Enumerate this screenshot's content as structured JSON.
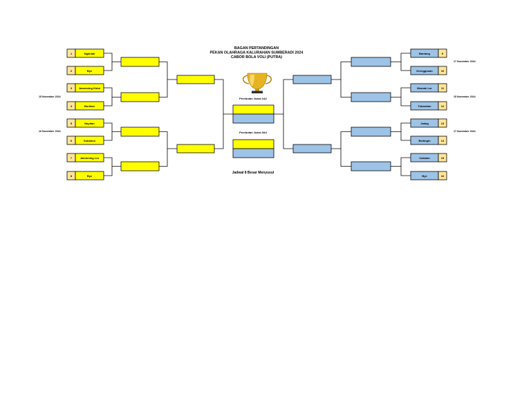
{
  "title": {
    "line1": "BAGAN PERTANDINGAN",
    "line2": "PEKAN OLAHRAGA KALURAHAN SUMBERADI 2024",
    "line3": "CABOR BOLA VOLI (PUTRA)"
  },
  "colors": {
    "left": "#ffff00",
    "right": "#9dc3e6",
    "seed": "#ffe699",
    "line": "#000000"
  },
  "left": {
    "teams": [
      {
        "seed": "1",
        "name": "Nganlak"
      },
      {
        "seed": "2",
        "name": "Bye"
      },
      {
        "seed": "3",
        "name": "Jamnming Kidul"
      },
      {
        "seed": "4",
        "name": "Burikan"
      },
      {
        "seed": "5",
        "name": "Nayitan"
      },
      {
        "seed": "6",
        "name": "Sobahon"
      },
      {
        "seed": "7",
        "name": "Jamnming Lor"
      },
      {
        "seed": "8",
        "name": "Bye"
      }
    ],
    "dates": [
      "15 November 2024",
      "16 November 2024"
    ]
  },
  "right": {
    "teams": [
      {
        "seed": "9",
        "name": "Bantang"
      },
      {
        "seed": "10",
        "name": "Krenggosan"
      },
      {
        "seed": "11",
        "name": "Mranak Lor"
      },
      {
        "seed": "12",
        "name": "Tobaratan"
      },
      {
        "seed": "13",
        "name": "Jadag"
      },
      {
        "seed": "14",
        "name": "Bedingin"
      },
      {
        "seed": "15",
        "name": "Cakalan"
      },
      {
        "seed": "16",
        "name": "Bye"
      }
    ],
    "dates": [
      "17 November 2024",
      "15 November 2024",
      "17 November 2024"
    ]
  },
  "final": {
    "label_12": "Perebutan Juara 1&2",
    "label_34": "Perebutan Juara 3&4",
    "trophy_icon": "trophy-icon"
  },
  "footer": "Jadwal 8 Besar Menyusul"
}
